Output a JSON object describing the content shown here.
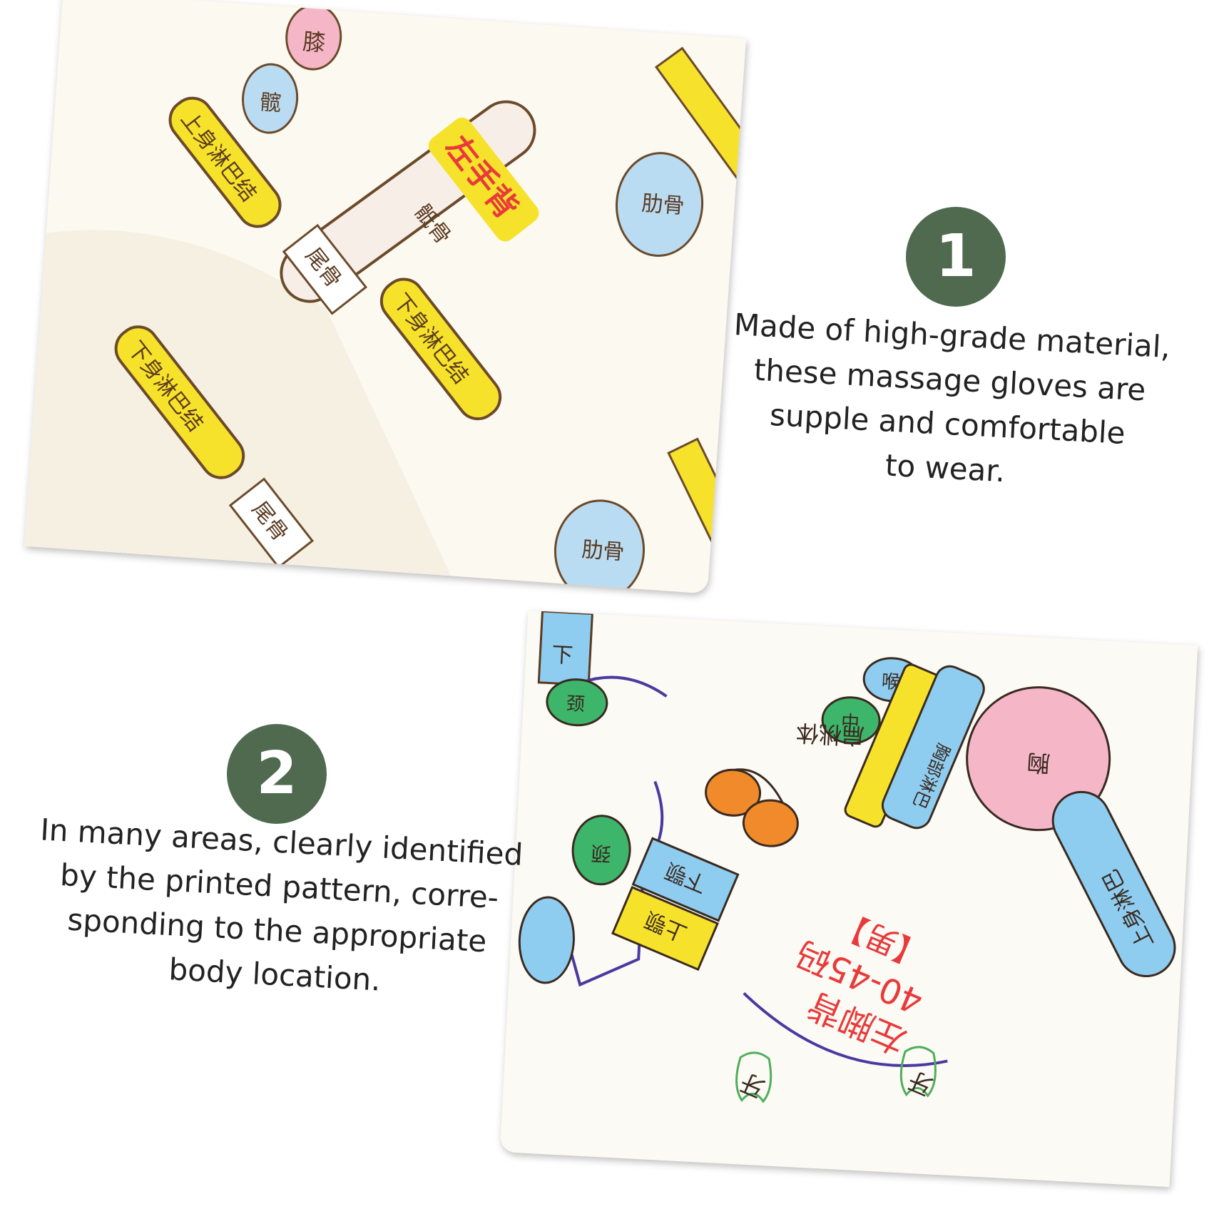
{
  "panel1": {
    "badge_number": "1",
    "caption_lines": [
      "Made of high-grade material,",
      "these massage gloves are",
      "supple and comfortable",
      "to wear."
    ],
    "labels": {
      "title": "左手背",
      "knee": "膝",
      "hip": "髋",
      "upper_lymph": "上身淋巴结",
      "tailbone": "尾骨",
      "sacrum": "骶骨",
      "lower_lymph": "下身淋巴结",
      "rib": "肋骨",
      "lower_lymph_2": "下身淋巴结",
      "tailbone_2": "尾骨",
      "rib_2": "肋骨"
    }
  },
  "panel2": {
    "badge_number": "2",
    "caption_lines": [
      "In many areas, clearly identified",
      "by the printed pattern, corre-",
      "sponding to the appropriate",
      "body location."
    ],
    "labels": {
      "title": "左脚背",
      "size": "40-45码",
      "gender": "【男】",
      "tonsil": "扁桃体",
      "chest": "胸",
      "lymph": "上身淋巴",
      "upper_jaw": "上颚",
      "lower_jaw": "下颚",
      "neck": "颈",
      "tooth": "牙",
      "tooth_2": "牙",
      "lower_top": "下",
      "throat": "喉",
      "mid": "中",
      "blue_label": "胸部淋巴",
      "neck_2": "颈"
    }
  },
  "colors": {
    "badge": "#4f6a4f",
    "yellow": "#f7e22b",
    "blue": "#8ecdf0",
    "pink": "#f5b7c8",
    "green": "#3db56a",
    "orange": "#f08a2a",
    "red_text": "#e83a3a"
  }
}
